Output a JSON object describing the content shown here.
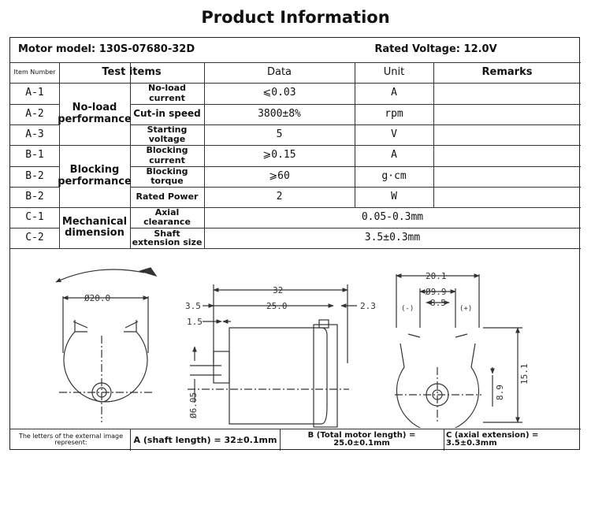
{
  "title": "Product Information",
  "header": {
    "motor_model": "Motor model: 130S-07680-32D",
    "rated_voltage": "Rated Voltage: 12.0V"
  },
  "columns": {
    "item_number": "Item Number",
    "test_items": "Test items",
    "data": "Data",
    "unit": "Unit",
    "remarks": "Remarks"
  },
  "groups": {
    "noload": "No-load performance",
    "blocking": "Blocking performance",
    "mechanical": "Mechanical dimension"
  },
  "rows": [
    {
      "id": "A-1",
      "item": "No-load current",
      "data": "⩽0.03",
      "unit": "A"
    },
    {
      "id": "A-2",
      "item": "Cut-in speed",
      "data": "3800±8%",
      "unit": "rpm"
    },
    {
      "id": "A-3",
      "item": "Starting voltage",
      "data": "5",
      "unit": "V"
    },
    {
      "id": "B-1",
      "item": "Blocking current",
      "data": "⩾0.15",
      "unit": "A"
    },
    {
      "id": "B-2",
      "item": "Blocking torque",
      "data": "⩾60",
      "unit": "g·cm"
    },
    {
      "id": "B-2",
      "item": "Rated Power",
      "data": "2",
      "unit": "W"
    },
    {
      "id": "C-1",
      "item": "Axial clearance",
      "data": "0.05-0.3mm",
      "unit": ""
    },
    {
      "id": "C-2",
      "item": "Shaft extension size",
      "data": "3.5±0.3mm",
      "unit": ""
    }
  ],
  "drawing": {
    "dia_front": "Ø20.0",
    "len_total": "32",
    "len_body": "25.0",
    "shaft_ext": "3.5",
    "dim_15": "1.5",
    "dim_23": "2.3",
    "shaft_dia": "Ø6.05",
    "w_20": "20.1",
    "w_99": "Ø9.9",
    "w_85": "8.5",
    "h_89": "8.9",
    "h_151": "15.1",
    "minus": "(-)",
    "plus": "(+)"
  },
  "footer": {
    "legend": "The letters of the external image represent:",
    "a": "A (shaft length) = 32±0.1mm",
    "b": "B (Total motor length) = 25.0±0.1mm",
    "c": "C (axial extension) = 3.5±0.3mm"
  }
}
